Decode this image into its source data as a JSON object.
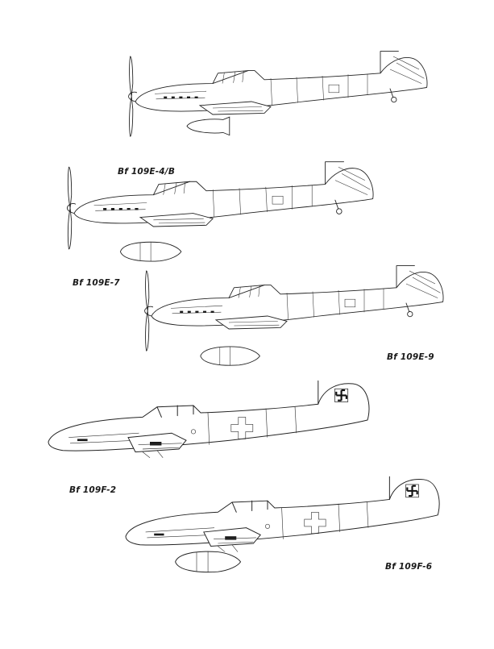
{
  "page": {
    "background": "#ffffff",
    "line_color": "#222222"
  },
  "aircraft": [
    {
      "id": "e4b",
      "caption": "Bf 109E-4/B"
    },
    {
      "id": "e7",
      "caption": "Bf 109E-7"
    },
    {
      "id": "e9",
      "caption": "Bf 109E-9"
    },
    {
      "id": "f2",
      "caption": "Bf 109F-2"
    },
    {
      "id": "f6",
      "caption": "Bf 109F-6"
    }
  ]
}
